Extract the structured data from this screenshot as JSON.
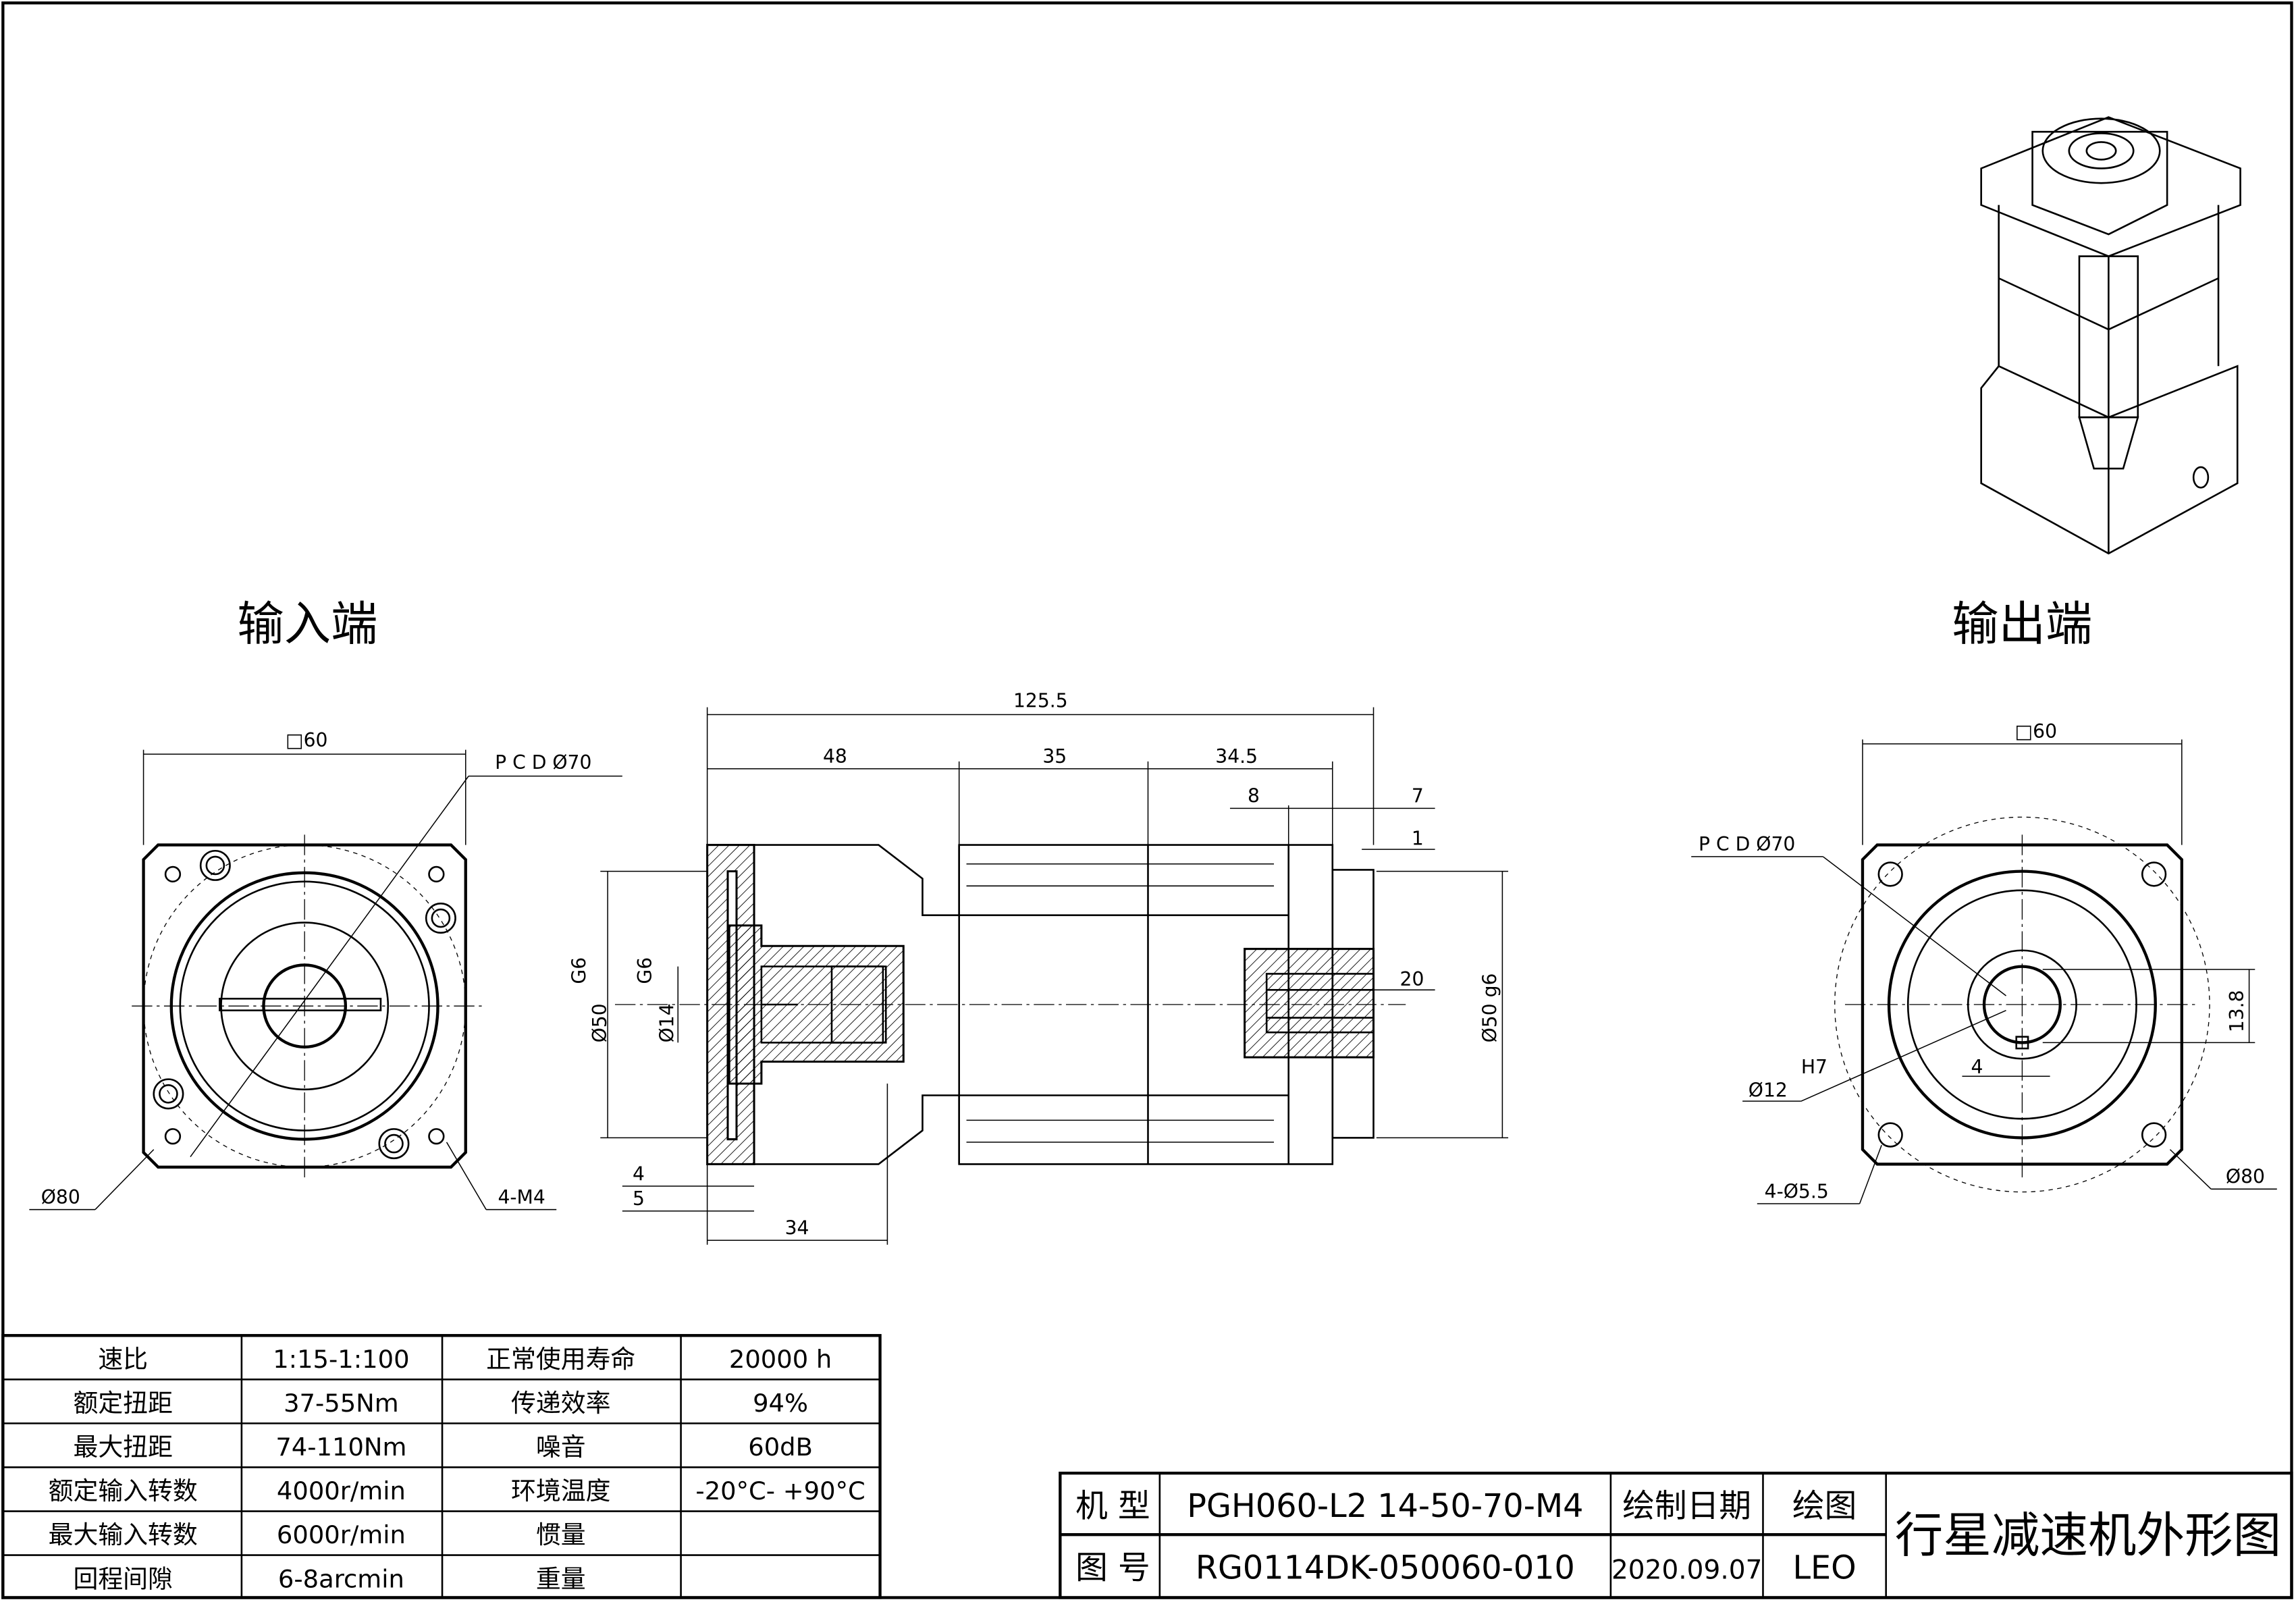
{
  "views": {
    "input_label": "输入端",
    "output_label": "输出端"
  },
  "dims": {
    "in_sq": "□60",
    "in_pcd": "P C D Ø70",
    "in_d80": "Ø80",
    "in_m4": "4-M4",
    "total": "125.5",
    "d48": "48",
    "d35": "35",
    "d345": "34.5",
    "d8": "8",
    "d7": "7",
    "d1": "1",
    "d20": "20",
    "g6_outer": "G6",
    "d50": "Ø50",
    "g6_inner": "G6",
    "d14": "Ø14",
    "d50g6": "Ø50 g6",
    "d4": "4",
    "d5": "5",
    "d34": "34",
    "out_sq": "□60",
    "out_pcd": "P C D Ø70",
    "h7": "H7",
    "d12": "Ø12",
    "key4": "4",
    "d138": "13.8",
    "holes": "4-Ø5.5",
    "out_d80": "Ø80"
  },
  "specs": [
    {
      "k1": "速比",
      "v1": "1:15-1:100",
      "k2": "正常使用寿命",
      "v2": "20000 h"
    },
    {
      "k1": "额定扭距",
      "v1": "37-55Nm",
      "k2": "传递效率",
      "v2": "94%"
    },
    {
      "k1": "最大扭距",
      "v1": "74-110Nm",
      "k2": "噪音",
      "v2": "60dB"
    },
    {
      "k1": "额定输入转数",
      "v1": "4000r/min",
      "k2": "环境温度",
      "v2": "-20°C- +90°C"
    },
    {
      "k1": "最大输入转数",
      "v1": "6000r/min",
      "k2": "惯量",
      "v2": ""
    },
    {
      "k1": "回程间隙",
      "v1": "6-8arcmin",
      "k2": "重量",
      "v2": ""
    }
  ],
  "title_block": {
    "model_label": "机 型",
    "model": "PGH060-L2 14-50-70-M4",
    "date_label": "绘制日期",
    "drawer_label": "绘图",
    "drawing_no_label": "图 号",
    "drawing_no": "RG0114DK-050060-010",
    "date": "2020.09.07",
    "drawer": "LEO",
    "title": "行星减速机外形图"
  }
}
